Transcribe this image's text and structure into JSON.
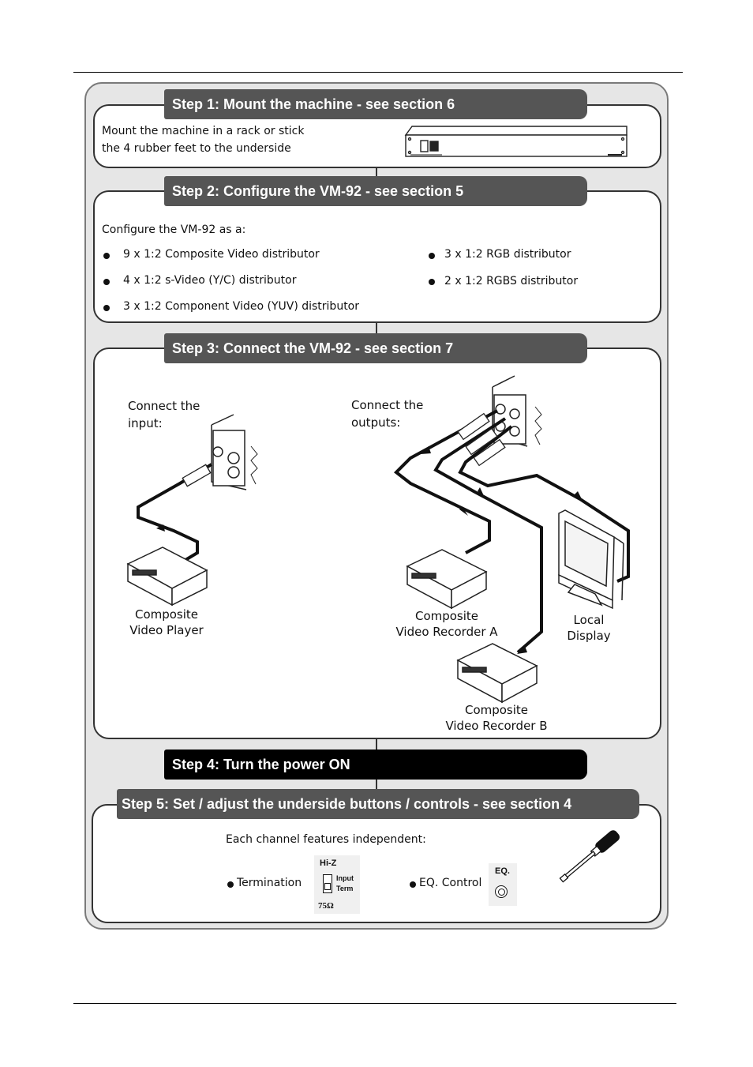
{
  "step1": {
    "title": "Step 1: Mount the machine - see section 6",
    "text1": "Mount the machine in a rack or stick",
    "text2": "the 4 rubber feet to the underside"
  },
  "step2": {
    "title": "Step 2: Configure the VM-92 - see section 5",
    "intro": "Configure the VM-92 as a:",
    "options": [
      "9 x 1:2  Composite Video distributor",
      "4 x 1:2  s-Video (Y/C) distributor",
      "3 x 1:2  Component Video (YUV) distributor",
      "3 x 1:2  RGB distributor",
      "2 x 1:2 RGBS distributor"
    ]
  },
  "step3": {
    "title": "Step 3: Connect the VM-92 - see section 7",
    "connect_input": [
      "Connect the",
      "input:"
    ],
    "connect_outputs": [
      "Connect the",
      "outputs:"
    ],
    "player": [
      "Composite",
      "Video Player"
    ],
    "recorder_a": [
      "Composite",
      "Video Recorder A"
    ],
    "recorder_b": [
      "Composite",
      "Video Recorder B"
    ],
    "display": [
      "Local",
      "Display"
    ]
  },
  "step4": {
    "title": "Step 4: Turn the power ON"
  },
  "step5": {
    "title": "Step 5: Set / adjust the underside buttons / controls  - see section 4",
    "intro": "Each channel features independent:",
    "termination": "Termination",
    "eq_control": "EQ. Control",
    "switch_top": "Hi-Z",
    "switch_input": "Input",
    "switch_term": "Term",
    "switch_bottom": "75Ω",
    "eq_label": "EQ."
  }
}
